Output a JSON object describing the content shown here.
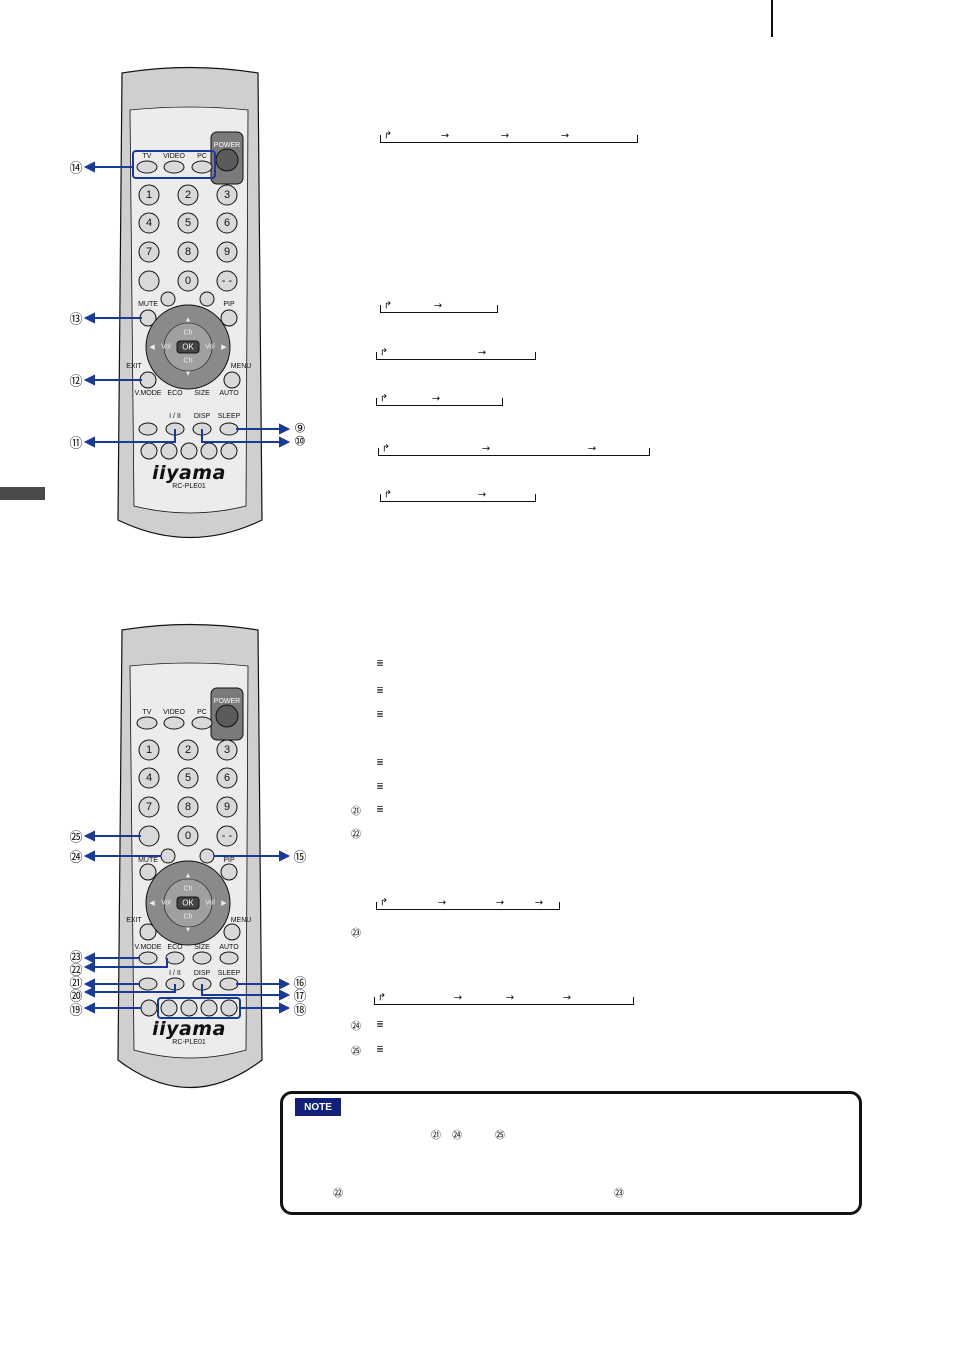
{
  "remote": {
    "buttons": {
      "tv": "TV",
      "video": "VIDEO",
      "pc": "PC",
      "power": "POWER",
      "mute": "MUTE",
      "pip": "PIP",
      "exit": "EXIT",
      "menu": "MENU",
      "vmode": "V.MODE",
      "eco": "ECO",
      "size": "SIZE",
      "auto": "AUTO",
      "lang": "I / II",
      "disp": "DISP",
      "sleep": "SLEEP",
      "dash": "- -"
    },
    "digits": [
      "1",
      "2",
      "3",
      "4",
      "5",
      "6",
      "7",
      "8",
      "9",
      "0"
    ],
    "pad": {
      "up": "▲",
      "down": "▼",
      "left": "◀",
      "right": "▶",
      "ch": "Ch",
      "vol": "Vol",
      "ok": "OK"
    },
    "brand": "iiyama",
    "model": "RC-PLE01"
  },
  "callouts_top": {
    "c14": "⑭",
    "c13": "⑬",
    "c12": "⑫",
    "c11": "⑪",
    "c9": "⑨",
    "c10": "⑩"
  },
  "callouts_bottom": {
    "c25": "㉕",
    "c24": "㉔",
    "c15": "⑮",
    "c23": "㉓",
    "c22": "㉒",
    "c21": "㉑",
    "c20": "⑳",
    "c19": "⑲",
    "c16": "⑯",
    "c17": "⑰",
    "c18": "⑱"
  },
  "teletext": {
    "m21": "㉑",
    "m22": "㉒",
    "m23": "㉓",
    "m24": "㉔",
    "m25": "㉕",
    "icon": "≣"
  },
  "flow": {
    "arrow": "→",
    "return": "↱"
  },
  "note": {
    "tag": "NOTE",
    "m21": "㉑",
    "m24": "㉔",
    "m25": "㉕",
    "m22": "㉒",
    "m23": "㉓"
  }
}
